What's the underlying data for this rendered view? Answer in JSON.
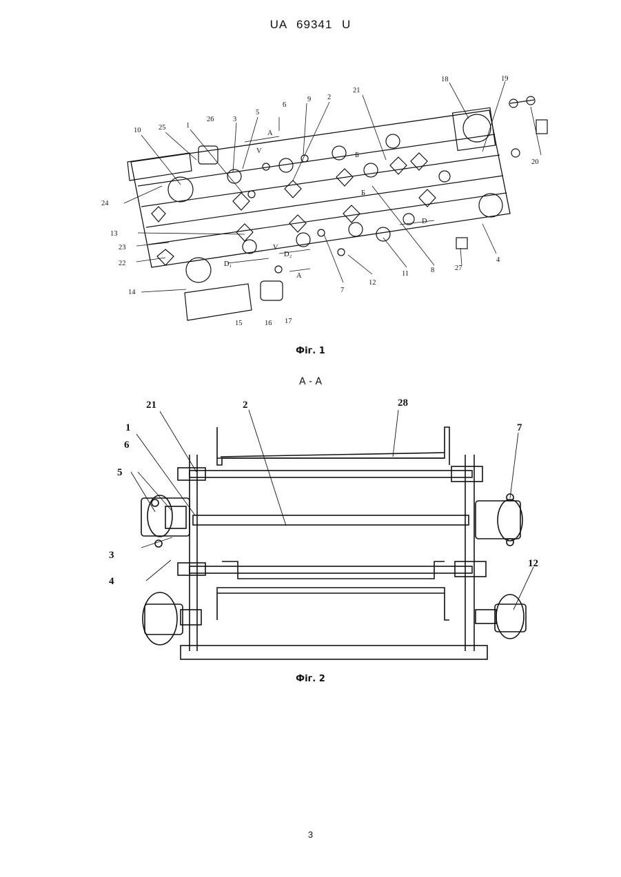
{
  "header": {
    "patent_number": "UA   69341   U"
  },
  "figure1": {
    "caption": "Фіг. 1",
    "labels": [
      {
        "id": "18",
        "text": "18"
      },
      {
        "id": "19",
        "text": "19"
      },
      {
        "id": "21",
        "text": "21"
      },
      {
        "id": "6",
        "text": "6"
      },
      {
        "id": "9",
        "text": "9"
      },
      {
        "id": "2",
        "text": "2"
      },
      {
        "id": "26",
        "text": "26"
      },
      {
        "id": "3",
        "text": "3"
      },
      {
        "id": "5",
        "text": "5"
      },
      {
        "id": "10",
        "text": "10"
      },
      {
        "id": "25",
        "text": "25"
      },
      {
        "id": "1",
        "text": "1"
      },
      {
        "id": "20",
        "text": "20"
      },
      {
        "id": "24",
        "text": "24"
      },
      {
        "id": "13",
        "text": "13"
      },
      {
        "id": "23",
        "text": "23"
      },
      {
        "id": "22",
        "text": "22"
      },
      {
        "id": "14",
        "text": "14"
      },
      {
        "id": "15",
        "text": "15"
      },
      {
        "id": "16",
        "text": "16"
      },
      {
        "id": "17",
        "text": "17"
      },
      {
        "id": "7",
        "text": "7"
      },
      {
        "id": "12",
        "text": "12"
      },
      {
        "id": "11",
        "text": "11"
      },
      {
        "id": "8",
        "text": "8"
      },
      {
        "id": "27",
        "text": "27"
      },
      {
        "id": "4",
        "text": "4"
      }
    ],
    "marks": {
      "section_top": "A",
      "section_bottom": "A",
      "b_top": "Б",
      "b_mid": "Б",
      "v1": "V",
      "v2": "V",
      "d1": "D₁",
      "d2": "D₂",
      "d3": "D"
    }
  },
  "figure2": {
    "section_title": "A - A",
    "caption": "Фіг. 2",
    "labels": [
      {
        "id": "21",
        "text": "21"
      },
      {
        "id": "2",
        "text": "2"
      },
      {
        "id": "28",
        "text": "28"
      },
      {
        "id": "1",
        "text": "1"
      },
      {
        "id": "6",
        "text": "6"
      },
      {
        "id": "7",
        "text": "7"
      },
      {
        "id": "5",
        "text": "5"
      },
      {
        "id": "3",
        "text": "3"
      },
      {
        "id": "4",
        "text": "4"
      },
      {
        "id": "12",
        "text": "12"
      }
    ]
  },
  "footer": {
    "page_number": "3"
  }
}
